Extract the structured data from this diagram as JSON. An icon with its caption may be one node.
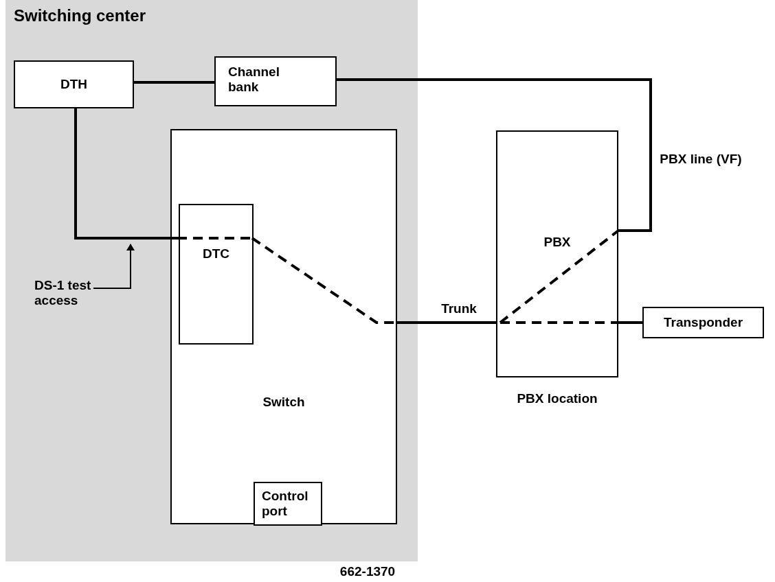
{
  "diagram": {
    "nodes": [
      {
        "text": [
          "Switching center"
        ]
      },
      {
        "text": [
          "DTH"
        ],
        "in": 0
      },
      {
        "text": [
          "Channel bank"
        ],
        "in": 0
      },
      {
        "text": [
          "Switch"
        ],
        "in": 0
      },
      {
        "text": [
          "DTC"
        ],
        "in": 3
      },
      {
        "text": [
          "Control port"
        ],
        "in": 3
      },
      {
        "text": [
          "PBX"
        ],
        "beside": [
          "PBX location"
        ]
      },
      {
        "text": [
          "Transponder"
        ]
      },
      {
        "text": [
          "DS-1 test access"
        ],
        "in": 0
      }
    ],
    "edges": [
      {
        "from": 1,
        "to": 2,
        "arrow": "none"
      },
      {
        "from": 2,
        "to": 6,
        "arrow": "none",
        "label": "PBX line (VF)"
      },
      {
        "from": 1,
        "to": 4,
        "arrow": "none"
      },
      {
        "from": 4,
        "to": 3,
        "arrow": "none",
        "style": "dashed"
      },
      {
        "from": 3,
        "to": 6,
        "arrow": "none",
        "label": "Trunk"
      },
      {
        "from": 6,
        "to": 7,
        "arrow": "none"
      },
      {
        "from": 8,
        "to": null,
        "arrow": "to"
      }
    ],
    "labels": [
      "662-1370"
    ]
  }
}
